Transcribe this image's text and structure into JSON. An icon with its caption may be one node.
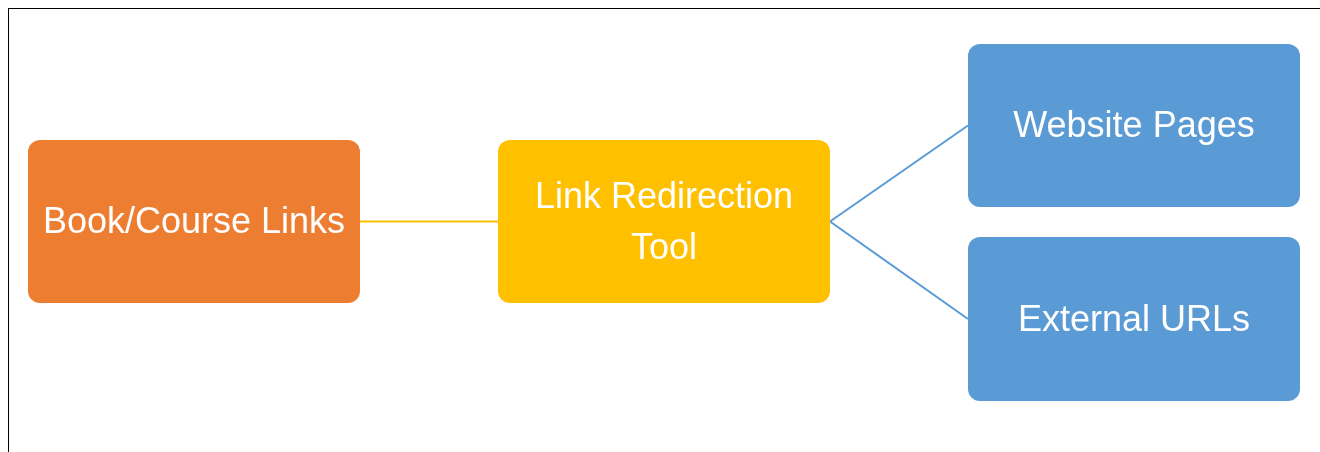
{
  "diagram": {
    "nodes": [
      {
        "text": [
          "Book/Course Links"
        ]
      },
      {
        "text": [
          "Link Redirection Tool"
        ]
      },
      {
        "text": [
          "Website Pages"
        ]
      },
      {
        "text": [
          "External URLs"
        ]
      }
    ],
    "edges": [
      {
        "from": 0,
        "to": 1,
        "arrow": "none",
        "color": "#ffc000"
      },
      {
        "from": 1,
        "to": 2,
        "arrow": "none"
      },
      {
        "from": 1,
        "to": 3,
        "arrow": "none"
      }
    ]
  }
}
